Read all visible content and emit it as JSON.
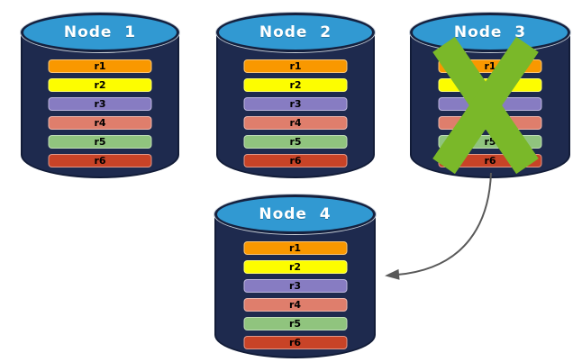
{
  "diagram": {
    "description": "Database replication failover diagram",
    "nodes": [
      {
        "title": "Node  1",
        "failed": false
      },
      {
        "title": "Node  2",
        "failed": false
      },
      {
        "title": "Node  3",
        "failed": true
      },
      {
        "title": "Node  4",
        "failed": false
      }
    ],
    "replicas": [
      {
        "label": "r1",
        "color": "#F99800"
      },
      {
        "label": "r2",
        "color": "#FDFD00"
      },
      {
        "label": "r3",
        "color": "#877CC2"
      },
      {
        "label": "r4",
        "color": "#DF7E6C"
      },
      {
        "label": "r5",
        "color": "#90C47E"
      },
      {
        "label": "r6",
        "color": "#C84327"
      }
    ],
    "colors": {
      "cylinder_body": "#1E2A4E",
      "cylinder_outline": "#121C38",
      "cylinder_top": "#3199D2",
      "title_text": "#FFFFFF",
      "bar_text": "#000000",
      "failure_x": "#7AB829",
      "arrow": "#595959",
      "background": "#FFFFFF"
    }
  }
}
